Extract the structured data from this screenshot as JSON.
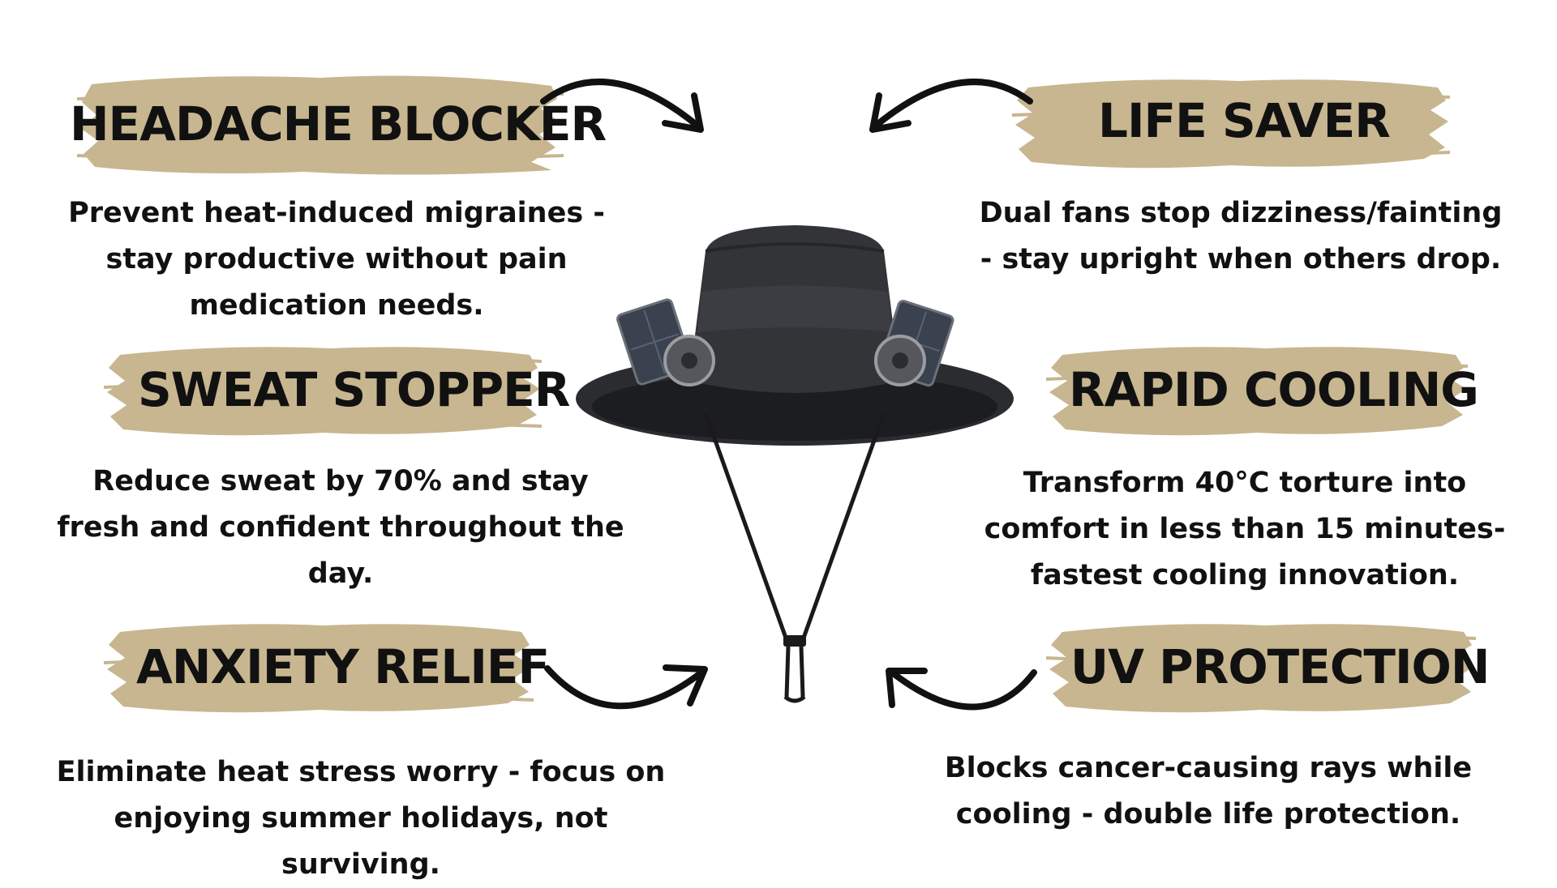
{
  "colors": {
    "brush": "#c7b68f",
    "text": "#111111",
    "hat": "#2b2c30",
    "panel": "#3a4250"
  },
  "product_image": {
    "icon": "fan-bucket-hat-icon"
  },
  "features": [
    {
      "title": "HEADACHE BLOCKER",
      "description": "Prevent heat-induced migraines - stay productive without pain medication needs."
    },
    {
      "title": "LIFE SAVER",
      "description": "Dual fans stop dizziness/fainting - stay upright when others drop."
    },
    {
      "title": "SWEAT STOPPER",
      "description": "Reduce sweat by 70% and stay fresh and confident throughout the day."
    },
    {
      "title": "RAPID COOLING",
      "description": "Transform 40°C torture into comfort in less than 15 minutes-fastest cooling innovation."
    },
    {
      "title": "ANXIETY RELIEF",
      "description": "Eliminate heat stress worry - focus on enjoying summer holidays, not surviving."
    },
    {
      "title": "UV PROTECTION",
      "description": "Blocks cancer-causing rays while cooling - double life protection."
    }
  ]
}
